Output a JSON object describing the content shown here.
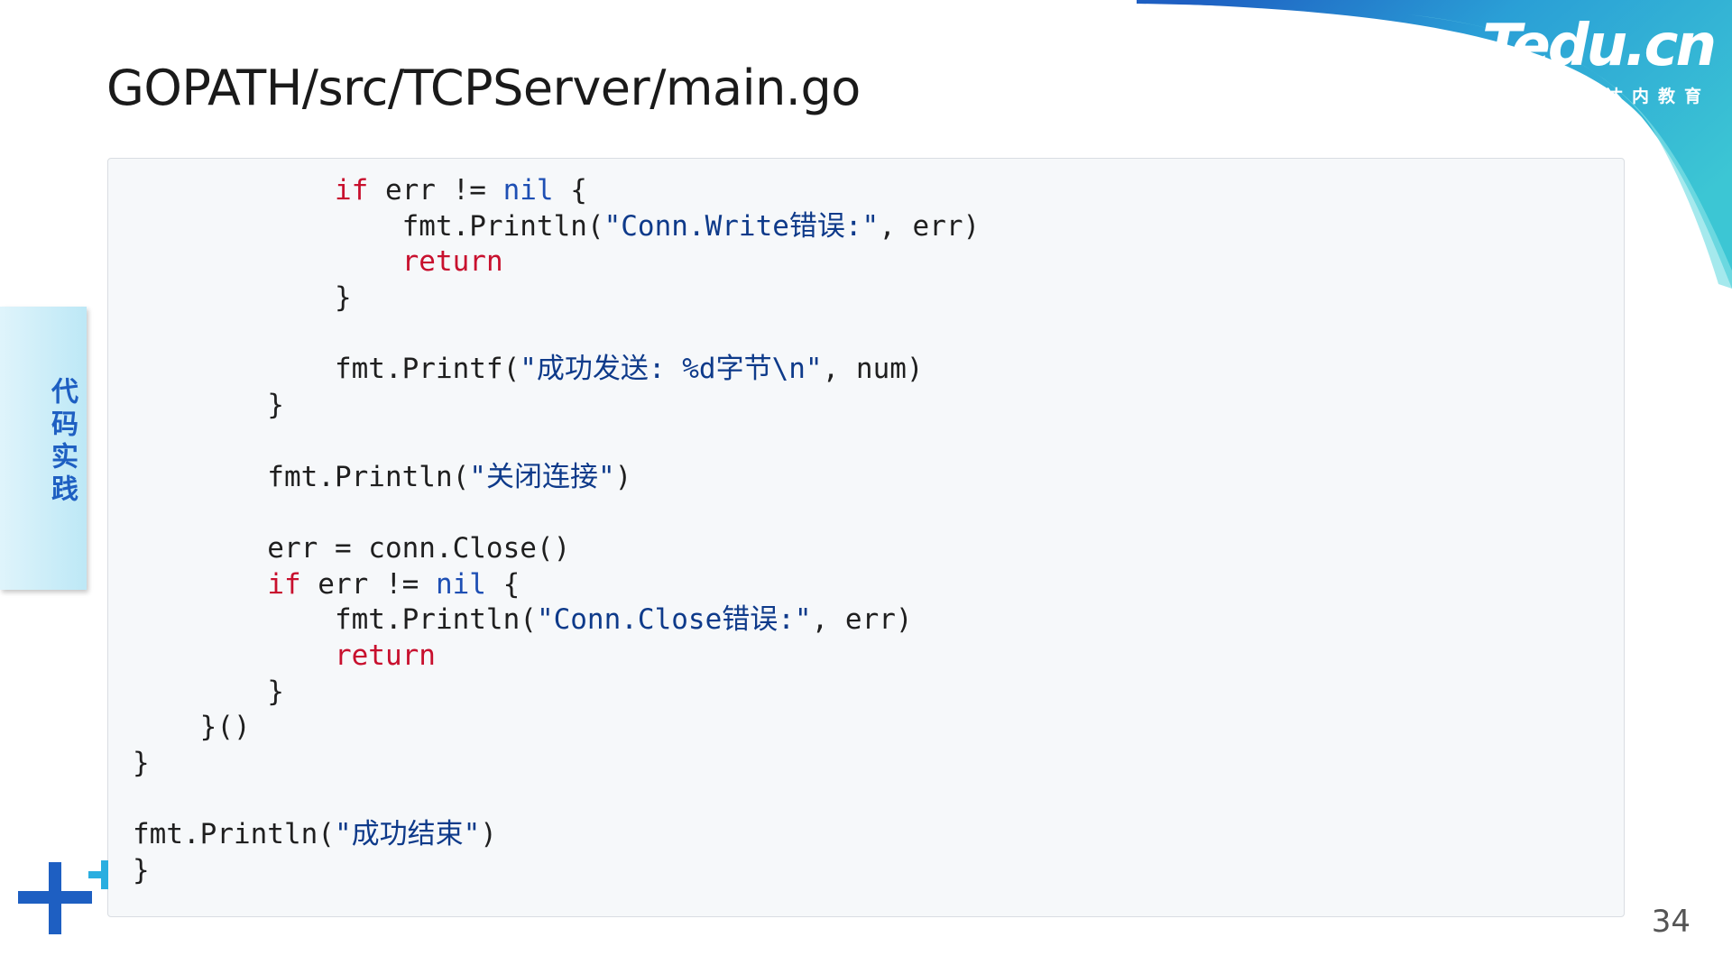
{
  "slide": {
    "title": "GOPATH/src/TCPServer/main.go",
    "side_tab": "代码实践",
    "page_number": "34"
  },
  "brand": {
    "wordmark": "Tedu.cn",
    "tagline": "达内教育"
  },
  "code": {
    "lines": [
      [
        {
          "t": "            "
        },
        {
          "t": "if",
          "k": "kw"
        },
        {
          "t": " err != "
        },
        {
          "t": "nil",
          "k": "nil"
        },
        {
          "t": " {"
        }
      ],
      [
        {
          "t": "                fmt.Println("
        },
        {
          "t": "\"Conn.Write错误:\"",
          "k": "str"
        },
        {
          "t": ", err)"
        }
      ],
      [
        {
          "t": "                "
        },
        {
          "t": "return",
          "k": "kw"
        }
      ],
      [
        {
          "t": "            }"
        }
      ],
      [
        {
          "t": ""
        }
      ],
      [
        {
          "t": "            fmt.Printf("
        },
        {
          "t": "\"成功发送: %d字节\\n\"",
          "k": "str"
        },
        {
          "t": ", num)"
        }
      ],
      [
        {
          "t": "        }"
        }
      ],
      [
        {
          "t": ""
        }
      ],
      [
        {
          "t": "        fmt.Println("
        },
        {
          "t": "\"关闭连接\"",
          "k": "str"
        },
        {
          "t": ")"
        }
      ],
      [
        {
          "t": ""
        }
      ],
      [
        {
          "t": "        err = conn.Close()"
        }
      ],
      [
        {
          "t": "        "
        },
        {
          "t": "if",
          "k": "kw"
        },
        {
          "t": " err != "
        },
        {
          "t": "nil",
          "k": "nil"
        },
        {
          "t": " {"
        }
      ],
      [
        {
          "t": "            fmt.Println("
        },
        {
          "t": "\"Conn.Close错误:\"",
          "k": "str"
        },
        {
          "t": ", err)"
        }
      ],
      [
        {
          "t": "            "
        },
        {
          "t": "return",
          "k": "kw"
        }
      ],
      [
        {
          "t": "        }"
        }
      ],
      [
        {
          "t": "    }()"
        }
      ],
      [
        {
          "t": "}"
        }
      ],
      [
        {
          "t": ""
        }
      ],
      [
        {
          "t": "fmt.Println("
        },
        {
          "t": "\"成功结束\"",
          "k": "str"
        },
        {
          "t": ")"
        }
      ],
      [
        {
          "t": "}"
        }
      ]
    ]
  },
  "colors": {
    "keyword": "#c8102e",
    "nil_literal": "#1e4fb4",
    "string": "#0e3a8a",
    "text": "#1f1f1f",
    "accent_blue": "#1e5fc2",
    "accent_teal": "#3cc6d4"
  },
  "icons": {
    "corner_decoration": "plus-icon"
  }
}
